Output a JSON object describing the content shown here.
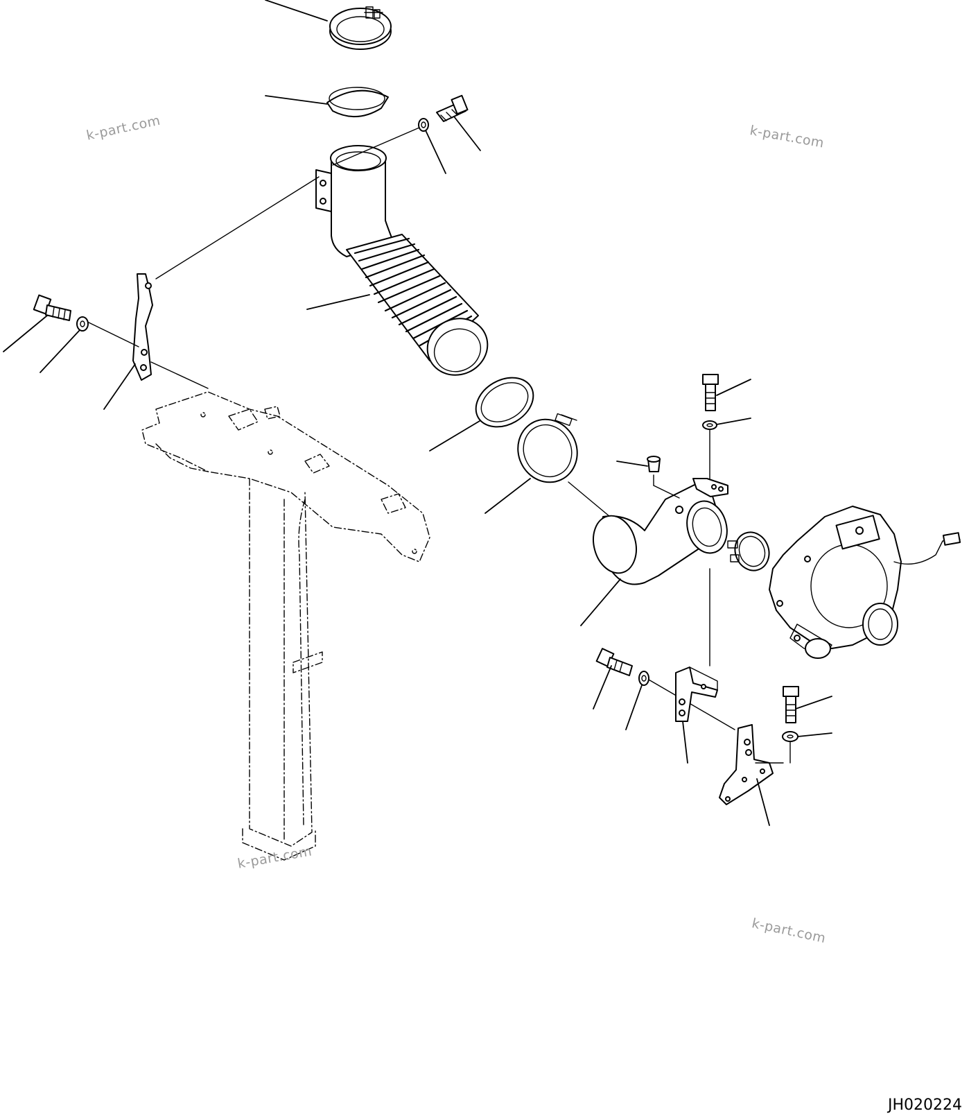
{
  "watermarks": [
    "k-part.com",
    "k-part.com",
    "k-part.com",
    "k-part.com"
  ],
  "drawing_id": "JH020224"
}
